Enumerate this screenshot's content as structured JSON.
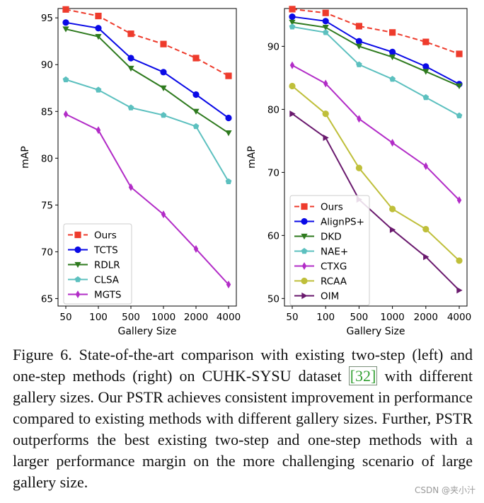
{
  "chart_data": [
    {
      "type": "line",
      "xlabel": "Gallery Size",
      "ylabel": "mAP",
      "categories": [
        "50",
        "100",
        "500",
        "1000",
        "2000",
        "4000"
      ],
      "ylim": [
        64.2,
        96.0
      ],
      "yticks": [
        65,
        70,
        75,
        80,
        85,
        90,
        95
      ],
      "legend": "lower-left",
      "series": [
        {
          "name": "Ours",
          "color": "#ee3b2c",
          "marker": "square",
          "dashed": true,
          "values": [
            95.9,
            95.2,
            93.3,
            92.2,
            90.7,
            88.8
          ]
        },
        {
          "name": "TCTS",
          "color": "#0a0ae6",
          "marker": "circle",
          "dashed": false,
          "values": [
            94.5,
            93.9,
            90.7,
            89.2,
            86.8,
            84.3
          ]
        },
        {
          "name": "RDLR",
          "color": "#2e7a1e",
          "marker": "triangle-down",
          "dashed": false,
          "values": [
            93.8,
            93.0,
            89.6,
            87.5,
            85.0,
            82.7
          ]
        },
        {
          "name": "CLSA",
          "color": "#5cc0bf",
          "marker": "pentagon",
          "dashed": false,
          "values": [
            88.4,
            87.3,
            85.4,
            84.6,
            83.4,
            77.5
          ]
        },
        {
          "name": "MGTS",
          "color": "#b22cc7",
          "marker": "thin-diamond",
          "dashed": false,
          "values": [
            84.7,
            83.0,
            76.9,
            74.0,
            70.3,
            66.5
          ]
        }
      ]
    },
    {
      "type": "line",
      "xlabel": "Gallery Size",
      "ylabel": "mAP",
      "categories": [
        "50",
        "100",
        "500",
        "1000",
        "2000",
        "4000"
      ],
      "ylim": [
        48.8,
        96.0
      ],
      "yticks": [
        50,
        60,
        70,
        80,
        90
      ],
      "legend": "lower-left",
      "series": [
        {
          "name": "Ours",
          "color": "#ee3b2c",
          "marker": "square",
          "dashed": true,
          "values": [
            95.9,
            95.3,
            93.2,
            92.2,
            90.7,
            88.8
          ]
        },
        {
          "name": "AlignPS+",
          "color": "#0a0ae6",
          "marker": "circle",
          "dashed": false,
          "values": [
            94.7,
            94.0,
            90.8,
            89.1,
            86.8,
            84.0
          ]
        },
        {
          "name": "DKD",
          "color": "#2e7a1e",
          "marker": "triangle-down",
          "dashed": false,
          "values": [
            93.8,
            93.0,
            90.0,
            88.3,
            86.0,
            83.7
          ]
        },
        {
          "name": "NAE+",
          "color": "#5cc0bf",
          "marker": "pentagon",
          "dashed": false,
          "values": [
            93.1,
            92.2,
            87.1,
            84.8,
            81.9,
            79.0
          ]
        },
        {
          "name": "CTXG",
          "color": "#b22cc7",
          "marker": "thin-diamond",
          "dashed": false,
          "values": [
            87.0,
            84.1,
            78.5,
            74.7,
            71.0,
            65.6
          ]
        },
        {
          "name": "RCAA",
          "color": "#bfbf3a",
          "marker": "circle",
          "dashed": false,
          "values": [
            83.7,
            79.3,
            70.7,
            64.2,
            61.0,
            56.0
          ]
        },
        {
          "name": "OIM",
          "color": "#6a1a6e",
          "marker": "triangle-right",
          "dashed": false,
          "values": [
            79.3,
            75.5,
            65.7,
            60.9,
            56.6,
            51.3
          ]
        }
      ]
    }
  ],
  "caption": {
    "text_before": "Figure 6. State-of-the-art comparison with existing two-step (left) and one-step methods (right) on CUHK-SYSU dataset ",
    "cite": "[32]",
    "text_after": " with different gallery sizes.  Our PSTR achieves consistent improvement in performance compared to existing methods with different gallery sizes.  Further, PSTR outperforms the best existing two-step and one-step methods with a larger performance margin on the more challenging scenario of large gallery size."
  },
  "watermark": "CSDN @夹小汁"
}
